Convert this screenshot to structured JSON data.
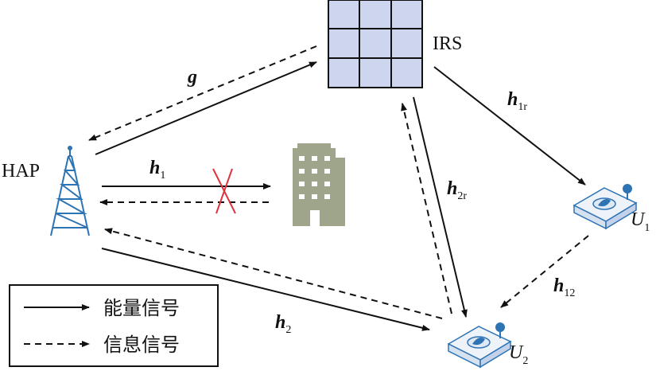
{
  "nodes": {
    "irs": {
      "label": "IRS"
    },
    "hap": {
      "label": "HAP"
    },
    "u1": {
      "label": "U",
      "sub": "1"
    },
    "u2": {
      "label": "U",
      "sub": "2"
    }
  },
  "links": {
    "g": {
      "label": "g"
    },
    "h1": {
      "label": "h",
      "sub": "1"
    },
    "h1r": {
      "label": "h",
      "sub": "1r"
    },
    "h2r": {
      "label": "h",
      "sub": "2r"
    },
    "h12": {
      "label": "h",
      "sub": "12"
    },
    "h2": {
      "label": "h",
      "sub": "2"
    }
  },
  "legend": {
    "energy": "能量信号",
    "info": "信息信号"
  },
  "colors": {
    "irs_fill": "#cdd6ee",
    "tower": "#2e74b5",
    "building": "#9ea58a",
    "device_blue": "#2e74b5",
    "block_cross": "#e0323c"
  }
}
